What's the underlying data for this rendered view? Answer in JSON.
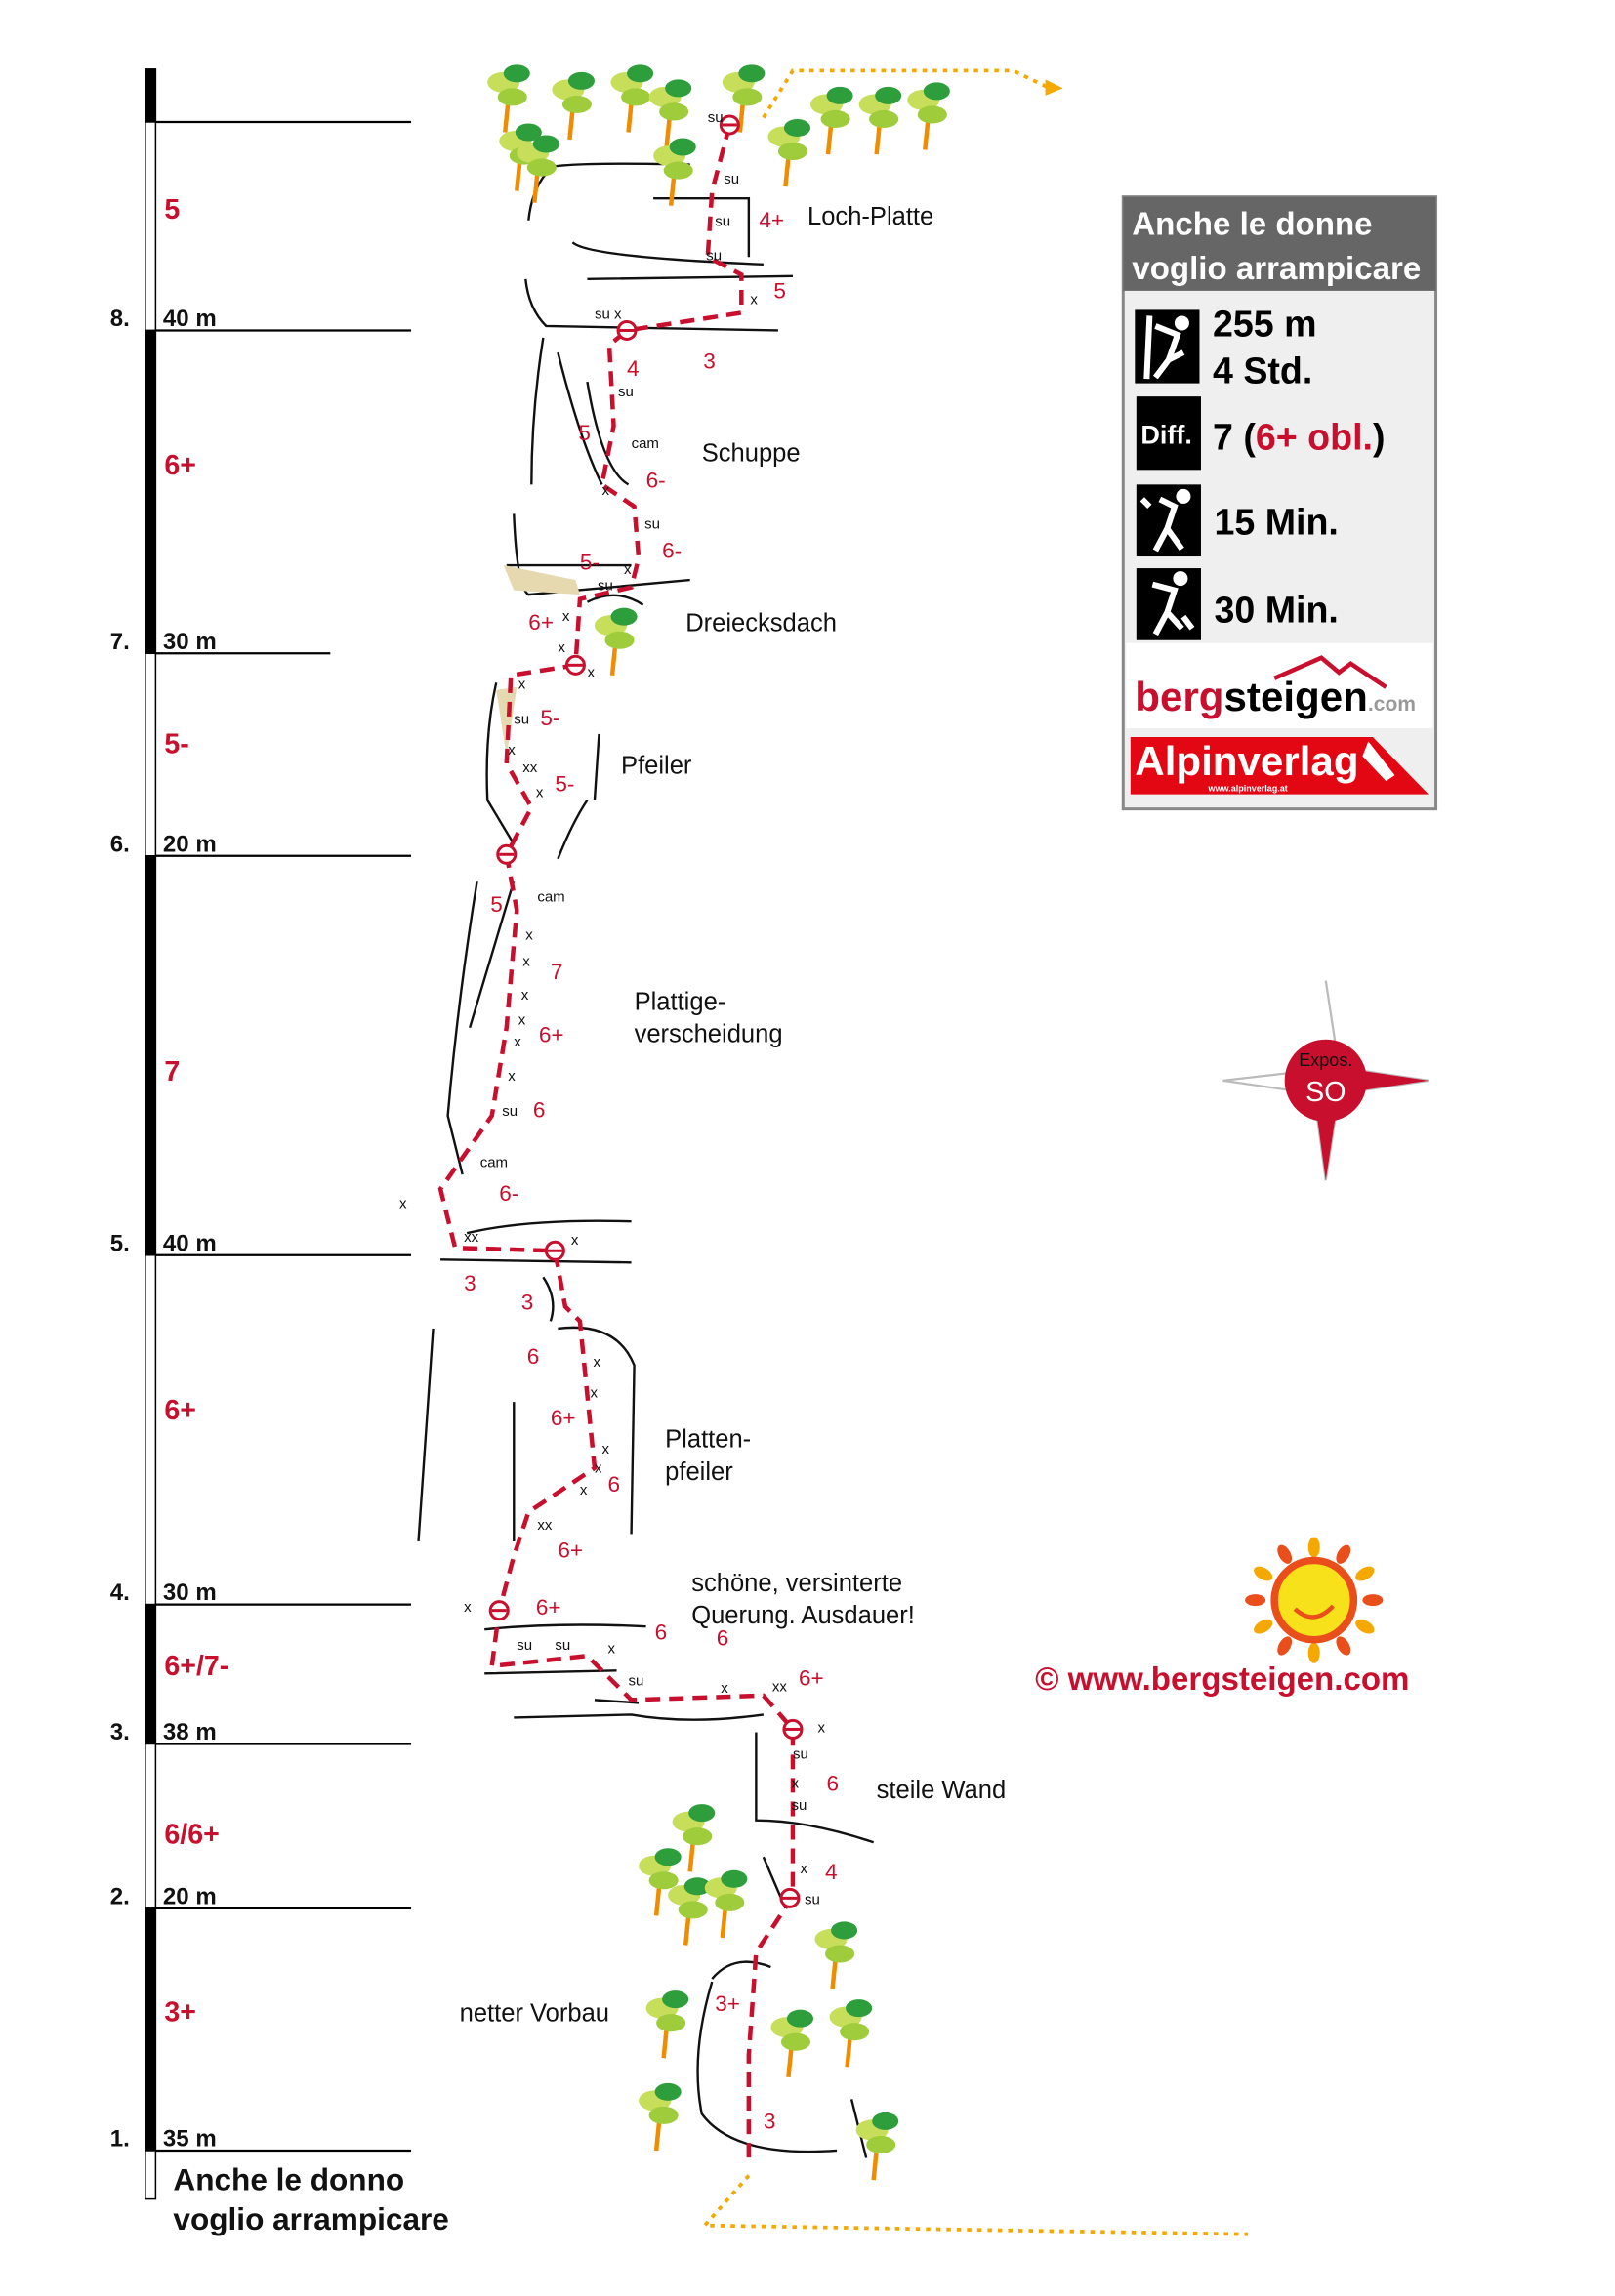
{
  "scale": {
    "pitches": [
      {
        "num": "8.",
        "len": "40 m",
        "grade": "5"
      },
      {
        "num": "7.",
        "len": "30 m",
        "grade": "6+"
      },
      {
        "num": "6.",
        "len": "20 m",
        "grade": "5-"
      },
      {
        "num": "5.",
        "len": "40 m",
        "grade": "7"
      },
      {
        "num": "4.",
        "len": "30 m",
        "grade": "6+"
      },
      {
        "num": "3.",
        "len": "38 m",
        "grade": "6+/7-"
      },
      {
        "num": "2.",
        "len": "20 m",
        "grade": "6/6+"
      },
      {
        "num": "1.",
        "len": "35 m",
        "grade": "3+"
      }
    ],
    "route_name_lines": [
      "Anche le donno",
      "voglio arrampicare"
    ]
  },
  "topo": {
    "labels": [
      "Loch-Platte",
      "Schuppe",
      "Dreiecksdach",
      "Pfeiler",
      "Plattige-",
      "verscheidung",
      "Platten-",
      "pfeiler",
      "schöne, versinterte",
      "Querung. Ausdauer!",
      "steile Wand",
      "netter Vorbau"
    ],
    "grades": [
      "4+",
      "5",
      "3",
      "4",
      "5",
      "6-",
      "6-",
      "5-",
      "6+",
      "5-",
      "5-",
      "5",
      "7",
      "6+",
      "6",
      "6-",
      "3",
      "3",
      "6",
      "6+",
      "6",
      "6+",
      "6+",
      "6",
      "6",
      "6+",
      "6",
      "4",
      "3+",
      "3"
    ],
    "annotations": [
      "su",
      "su",
      "su",
      "su",
      "su x",
      "x",
      "su",
      "cam",
      "x",
      "su",
      "x",
      "su",
      "x",
      "x",
      "x",
      "x",
      "su",
      "x",
      "xx",
      "cam",
      "x",
      "x",
      "x",
      "x",
      "x",
      "x",
      "x",
      "su",
      "cam",
      "x",
      "xx",
      "x",
      "x",
      "x",
      "x",
      "x",
      "x",
      "xx",
      "x",
      "su",
      "su",
      "x",
      "su",
      "x",
      "xx",
      "x",
      "su",
      "x",
      "su",
      "x",
      "su"
    ]
  },
  "info_box": {
    "title_lines": [
      "Anche le donne",
      "voglio arrampicare"
    ],
    "height": "255 m",
    "duration": "4 Std.",
    "diff_label": "Diff.",
    "difficulty": "7",
    "difficulty_open": "(",
    "difficulty_obl": "6+ obl.",
    "difficulty_close": ")",
    "approach": "15 Min.",
    "descent": "30 Min.",
    "brand1_red": "berg",
    "brand1_black": "steigen",
    "brand1_suffix": ".com",
    "brand2": "Alpinverlag",
    "brand2_url": "www.alpinverlag.at"
  },
  "compass": {
    "label": "Expos.",
    "value": "SO"
  },
  "copyright": "©  www.bergsteigen.com",
  "colors": {
    "red": "#c8102e",
    "orange": "#f5a800",
    "gray": "#666666",
    "panel": "#efefef"
  }
}
